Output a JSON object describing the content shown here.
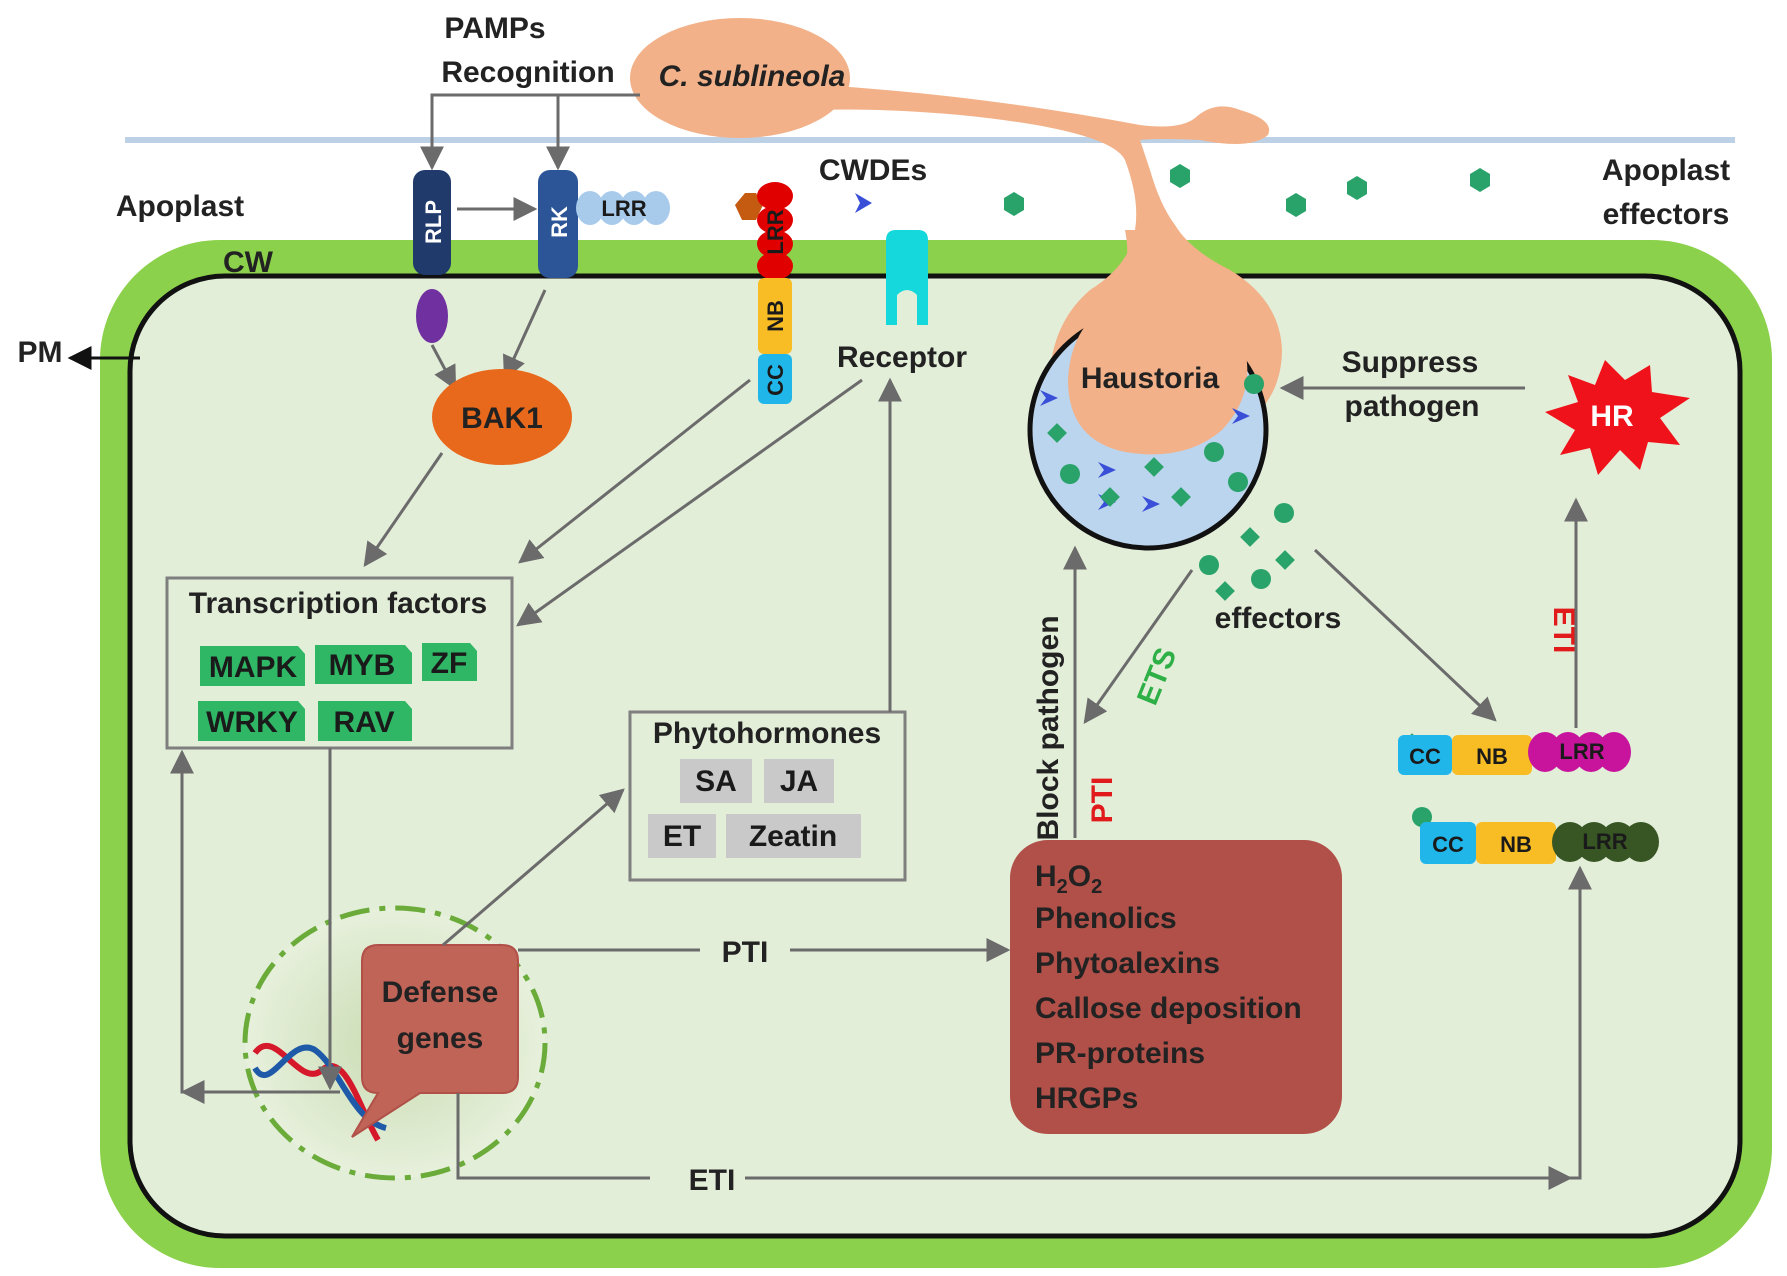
{
  "labels": {
    "pamps_line1": "PAMPs",
    "pamps_line2": "Recognition",
    "pathogen": "C. sublineola",
    "cwdes": "CWDEs",
    "apoplast": "Apoplast",
    "apoplast_effectors_line1": "Apoplast",
    "apoplast_effectors_line2": "effectors",
    "cw": "CW",
    "pm": "PM",
    "rlp": "RLP",
    "rk": "RK",
    "lrr": "LRR",
    "nb": "NB",
    "cc": "CC",
    "receptor": "Receptor",
    "bak1": "BAK1",
    "haustoria": "Haustoria",
    "suppress_line1": "Suppress",
    "suppress_line2": "pathogen",
    "hr": "HR",
    "transcription_factors": "Transcription factors",
    "effectors": "effectors",
    "ets": "ETS",
    "eti": "ETI",
    "pti": "PTI",
    "block_pathogen": "Block pathogen",
    "phytohormones": "Phytohormones",
    "defense_line1": "Defense",
    "defense_line2": "genes"
  },
  "transcription_factor_list": [
    "MAPK",
    "MYB",
    "ZF",
    "WRKY",
    "RAV"
  ],
  "phytohormone_list": [
    "SA",
    "JA",
    "ET",
    "Zeatin"
  ],
  "defense_outputs": [
    "Phenolics",
    "Phytoalexins",
    "Callose deposition",
    "PR-proteins",
    "HRGPs"
  ],
  "h2o2": {
    "h": "H",
    "sub1": "2",
    "o": "O",
    "sub2": "2"
  },
  "colors": {
    "cell_wall": "#8cd14b",
    "cytoplasm": "#e3eed9",
    "pathogen": "#f2b188",
    "rlp": "#1f3a6b",
    "rk": "#2c5597",
    "bak1": "#e8681c",
    "cc": "#21b6ea",
    "nb": "#f8bd24",
    "lrr_red": "#e8241a",
    "lrr_magenta": "#c8149c",
    "lrr_dark": "#375623",
    "tf_box": "#2fb766",
    "hormone_box": "#c9c9c9",
    "defense_box": "#b05048",
    "hr": "#f0121b",
    "effector": "#29a36a",
    "cwde": "#3a4fd8",
    "ets_text": "#2eb046",
    "eti_pti_text": "#e11b1b"
  }
}
